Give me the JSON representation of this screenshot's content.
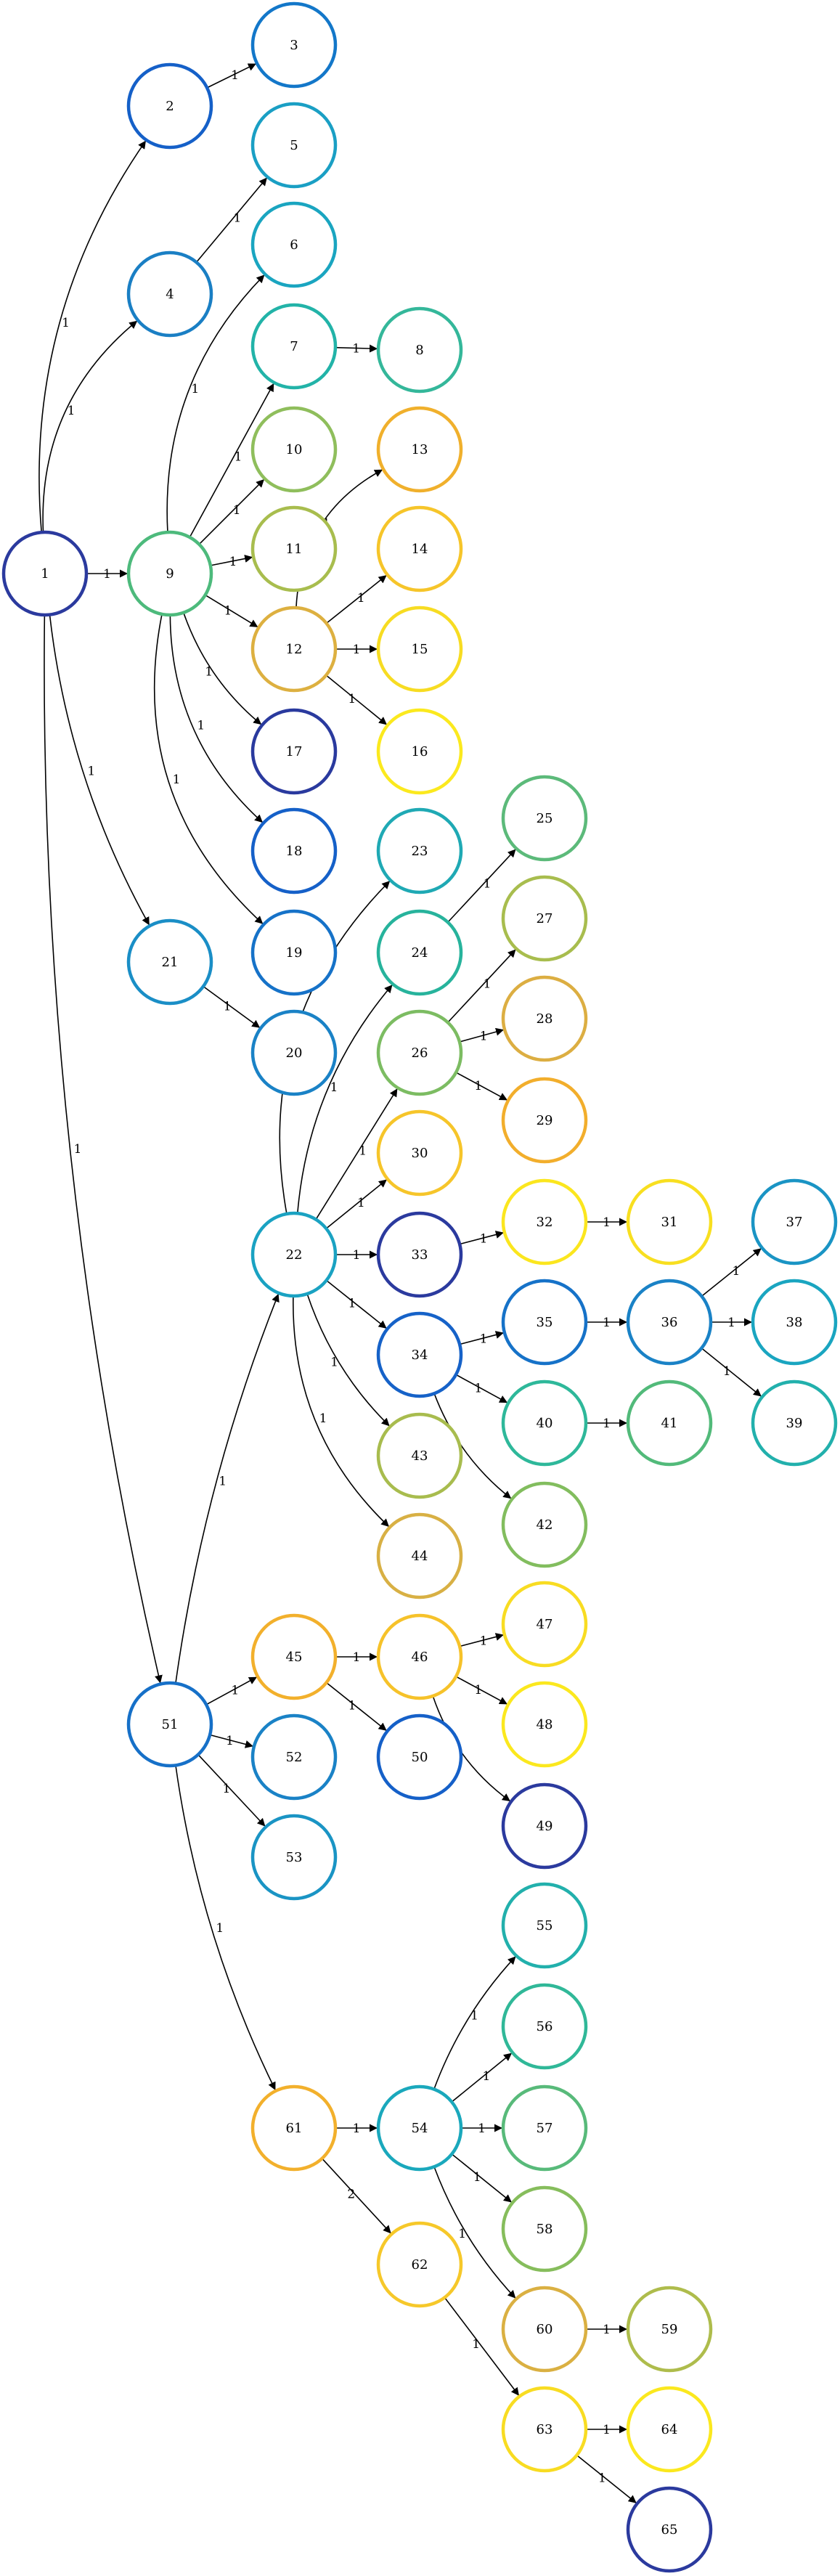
{
  "nodes": [
    {
      "id": "1",
      "label": "1",
      "color": "#2b3a9e"
    },
    {
      "id": "2",
      "label": "2",
      "color": "#1560c8"
    },
    {
      "id": "3",
      "label": "3",
      "color": "#1377c9"
    },
    {
      "id": "4",
      "label": "4",
      "color": "#1a7fc4"
    },
    {
      "id": "5",
      "label": "5",
      "color": "#1a9fc4"
    },
    {
      "id": "6",
      "label": "6",
      "color": "#1aa5c0"
    },
    {
      "id": "7",
      "label": "7",
      "color": "#22b3a8"
    },
    {
      "id": "8",
      "label": "8",
      "color": "#34b79a"
    },
    {
      "id": "9",
      "label": "9",
      "color": "#4dba7c"
    },
    {
      "id": "10",
      "label": "10",
      "color": "#8fbe5c"
    },
    {
      "id": "11",
      "label": "11",
      "color": "#a8bd4e"
    },
    {
      "id": "12",
      "label": "12",
      "color": "#ddb040"
    },
    {
      "id": "13",
      "label": "13",
      "color": "#f0b02c"
    },
    {
      "id": "14",
      "label": "14",
      "color": "#f6c52a"
    },
    {
      "id": "15",
      "label": "15",
      "color": "#f7dc22"
    },
    {
      "id": "16",
      "label": "16",
      "color": "#fbe91e"
    },
    {
      "id": "17",
      "label": "17",
      "color": "#2a3a9e"
    },
    {
      "id": "18",
      "label": "18",
      "color": "#1560c8"
    },
    {
      "id": "19",
      "label": "19",
      "color": "#1672c8"
    },
    {
      "id": "20",
      "label": "20",
      "color": "#1a82c6"
    },
    {
      "id": "21",
      "label": "21",
      "color": "#1a8ec6"
    },
    {
      "id": "22",
      "label": "22",
      "color": "#1aa2c2"
    },
    {
      "id": "23",
      "label": "23",
      "color": "#1fa9b4"
    },
    {
      "id": "24",
      "label": "24",
      "color": "#27b39c"
    },
    {
      "id": "25",
      "label": "25",
      "color": "#5cba7a"
    },
    {
      "id": "26",
      "label": "26",
      "color": "#7cbc62"
    },
    {
      "id": "27",
      "label": "27",
      "color": "#a8bd4e"
    },
    {
      "id": "28",
      "label": "28",
      "color": "#dcae42"
    },
    {
      "id": "29",
      "label": "29",
      "color": "#f2ae2c"
    },
    {
      "id": "30",
      "label": "30",
      "color": "#f6c52a"
    },
    {
      "id": "31",
      "label": "31",
      "color": "#f8df20"
    },
    {
      "id": "32",
      "label": "32",
      "color": "#fbe61e"
    },
    {
      "id": "33",
      "label": "33",
      "color": "#2b3a9e"
    },
    {
      "id": "34",
      "label": "34",
      "color": "#1662c8"
    },
    {
      "id": "35",
      "label": "35",
      "color": "#1672c8"
    },
    {
      "id": "36",
      "label": "36",
      "color": "#1a82c6"
    },
    {
      "id": "37",
      "label": "37",
      "color": "#1a94c4"
    },
    {
      "id": "38",
      "label": "38",
      "color": "#1aa5c0"
    },
    {
      "id": "39",
      "label": "39",
      "color": "#22b0ac"
    },
    {
      "id": "40",
      "label": "40",
      "color": "#2eb89a"
    },
    {
      "id": "41",
      "label": "41",
      "color": "#52ba7a"
    },
    {
      "id": "42",
      "label": "42",
      "color": "#82bd5e"
    },
    {
      "id": "43",
      "label": "43",
      "color": "#a8bc4e"
    },
    {
      "id": "44",
      "label": "44",
      "color": "#d8b044"
    },
    {
      "id": "45",
      "label": "45",
      "color": "#f2b02c"
    },
    {
      "id": "46",
      "label": "46",
      "color": "#f6c22a"
    },
    {
      "id": "47",
      "label": "47",
      "color": "#f8dc22"
    },
    {
      "id": "48",
      "label": "48",
      "color": "#fbe81e"
    },
    {
      "id": "49",
      "label": "49",
      "color": "#2b3a9e"
    },
    {
      "id": "50",
      "label": "50",
      "color": "#1560c8"
    },
    {
      "id": "51",
      "label": "51",
      "color": "#1670c8"
    },
    {
      "id": "52",
      "label": "52",
      "color": "#1a82c6"
    },
    {
      "id": "53",
      "label": "53",
      "color": "#1a94c4"
    },
    {
      "id": "54",
      "label": "54",
      "color": "#1aa8bc"
    },
    {
      "id": "55",
      "label": "55",
      "color": "#22b0ac"
    },
    {
      "id": "56",
      "label": "56",
      "color": "#30b898"
    },
    {
      "id": "57",
      "label": "57",
      "color": "#58ba7a"
    },
    {
      "id": "58",
      "label": "58",
      "color": "#86bd5c"
    },
    {
      "id": "59",
      "label": "59",
      "color": "#aebc4c"
    },
    {
      "id": "60",
      "label": "60",
      "color": "#dab042"
    },
    {
      "id": "61",
      "label": "61",
      "color": "#f2b02c"
    },
    {
      "id": "62",
      "label": "62",
      "color": "#f6c82a"
    },
    {
      "id": "63",
      "label": "63",
      "color": "#f8dc22"
    },
    {
      "id": "64",
      "label": "64",
      "color": "#fbe81e"
    },
    {
      "id": "65",
      "label": "65",
      "color": "#2b3a9e"
    }
  ],
  "edges": [
    {
      "from": "1",
      "to": "2",
      "label": "1"
    },
    {
      "from": "2",
      "to": "3",
      "label": "1"
    },
    {
      "from": "1",
      "to": "4",
      "label": "1"
    },
    {
      "from": "4",
      "to": "5",
      "label": "1"
    },
    {
      "from": "1",
      "to": "9",
      "label": "1"
    },
    {
      "from": "9",
      "to": "6",
      "label": "1"
    },
    {
      "from": "9",
      "to": "7",
      "label": "1"
    },
    {
      "from": "7",
      "to": "8",
      "label": "1"
    },
    {
      "from": "9",
      "to": "10",
      "label": "1"
    },
    {
      "from": "9",
      "to": "11",
      "label": "1"
    },
    {
      "from": "9",
      "to": "12",
      "label": "1"
    },
    {
      "from": "12",
      "to": "13",
      "label": "1"
    },
    {
      "from": "12",
      "to": "14",
      "label": "1"
    },
    {
      "from": "12",
      "to": "15",
      "label": "1"
    },
    {
      "from": "12",
      "to": "16",
      "label": "1"
    },
    {
      "from": "9",
      "to": "17",
      "label": "1"
    },
    {
      "from": "9",
      "to": "18",
      "label": "1"
    },
    {
      "from": "9",
      "to": "19",
      "label": "1"
    },
    {
      "from": "1",
      "to": "21",
      "label": "1"
    },
    {
      "from": "21",
      "to": "20",
      "label": "1"
    },
    {
      "from": "1",
      "to": "51",
      "label": "1"
    },
    {
      "from": "51",
      "to": "22",
      "label": "1"
    },
    {
      "from": "22",
      "to": "23",
      "label": "1"
    },
    {
      "from": "22",
      "to": "24",
      "label": "1"
    },
    {
      "from": "24",
      "to": "25",
      "label": "1"
    },
    {
      "from": "22",
      "to": "26",
      "label": "1"
    },
    {
      "from": "26",
      "to": "27",
      "label": "1"
    },
    {
      "from": "26",
      "to": "28",
      "label": "1"
    },
    {
      "from": "26",
      "to": "29",
      "label": "1"
    },
    {
      "from": "22",
      "to": "30",
      "label": "1"
    },
    {
      "from": "22",
      "to": "33",
      "label": "1"
    },
    {
      "from": "33",
      "to": "32",
      "label": "1"
    },
    {
      "from": "32",
      "to": "31",
      "label": "1"
    },
    {
      "from": "22",
      "to": "34",
      "label": "1"
    },
    {
      "from": "34",
      "to": "35",
      "label": "1"
    },
    {
      "from": "35",
      "to": "36",
      "label": "1"
    },
    {
      "from": "36",
      "to": "37",
      "label": "1"
    },
    {
      "from": "36",
      "to": "38",
      "label": "1"
    },
    {
      "from": "36",
      "to": "39",
      "label": "1"
    },
    {
      "from": "34",
      "to": "40",
      "label": "1"
    },
    {
      "from": "40",
      "to": "41",
      "label": "1"
    },
    {
      "from": "34",
      "to": "42",
      "label": "1"
    },
    {
      "from": "22",
      "to": "43",
      "label": "1"
    },
    {
      "from": "22",
      "to": "44",
      "label": "1"
    },
    {
      "from": "51",
      "to": "45",
      "label": "1"
    },
    {
      "from": "45",
      "to": "46",
      "label": "1"
    },
    {
      "from": "46",
      "to": "47",
      "label": "1"
    },
    {
      "from": "46",
      "to": "48",
      "label": "1"
    },
    {
      "from": "46",
      "to": "49",
      "label": "1"
    },
    {
      "from": "45",
      "to": "50",
      "label": "1"
    },
    {
      "from": "51",
      "to": "52",
      "label": "1"
    },
    {
      "from": "51",
      "to": "53",
      "label": "1"
    },
    {
      "from": "51",
      "to": "61",
      "label": "1"
    },
    {
      "from": "61",
      "to": "54",
      "label": "1"
    },
    {
      "from": "54",
      "to": "55",
      "label": "1"
    },
    {
      "from": "54",
      "to": "56",
      "label": "1"
    },
    {
      "from": "54",
      "to": "57",
      "label": "1"
    },
    {
      "from": "54",
      "to": "58",
      "label": "1"
    },
    {
      "from": "54",
      "to": "60",
      "label": "1"
    },
    {
      "from": "60",
      "to": "59",
      "label": "1"
    },
    {
      "from": "61",
      "to": "62",
      "label": "2"
    },
    {
      "from": "62",
      "to": "63",
      "label": "1"
    },
    {
      "from": "63",
      "to": "64",
      "label": "1"
    },
    {
      "from": "63",
      "to": "65",
      "label": "1"
    }
  ]
}
